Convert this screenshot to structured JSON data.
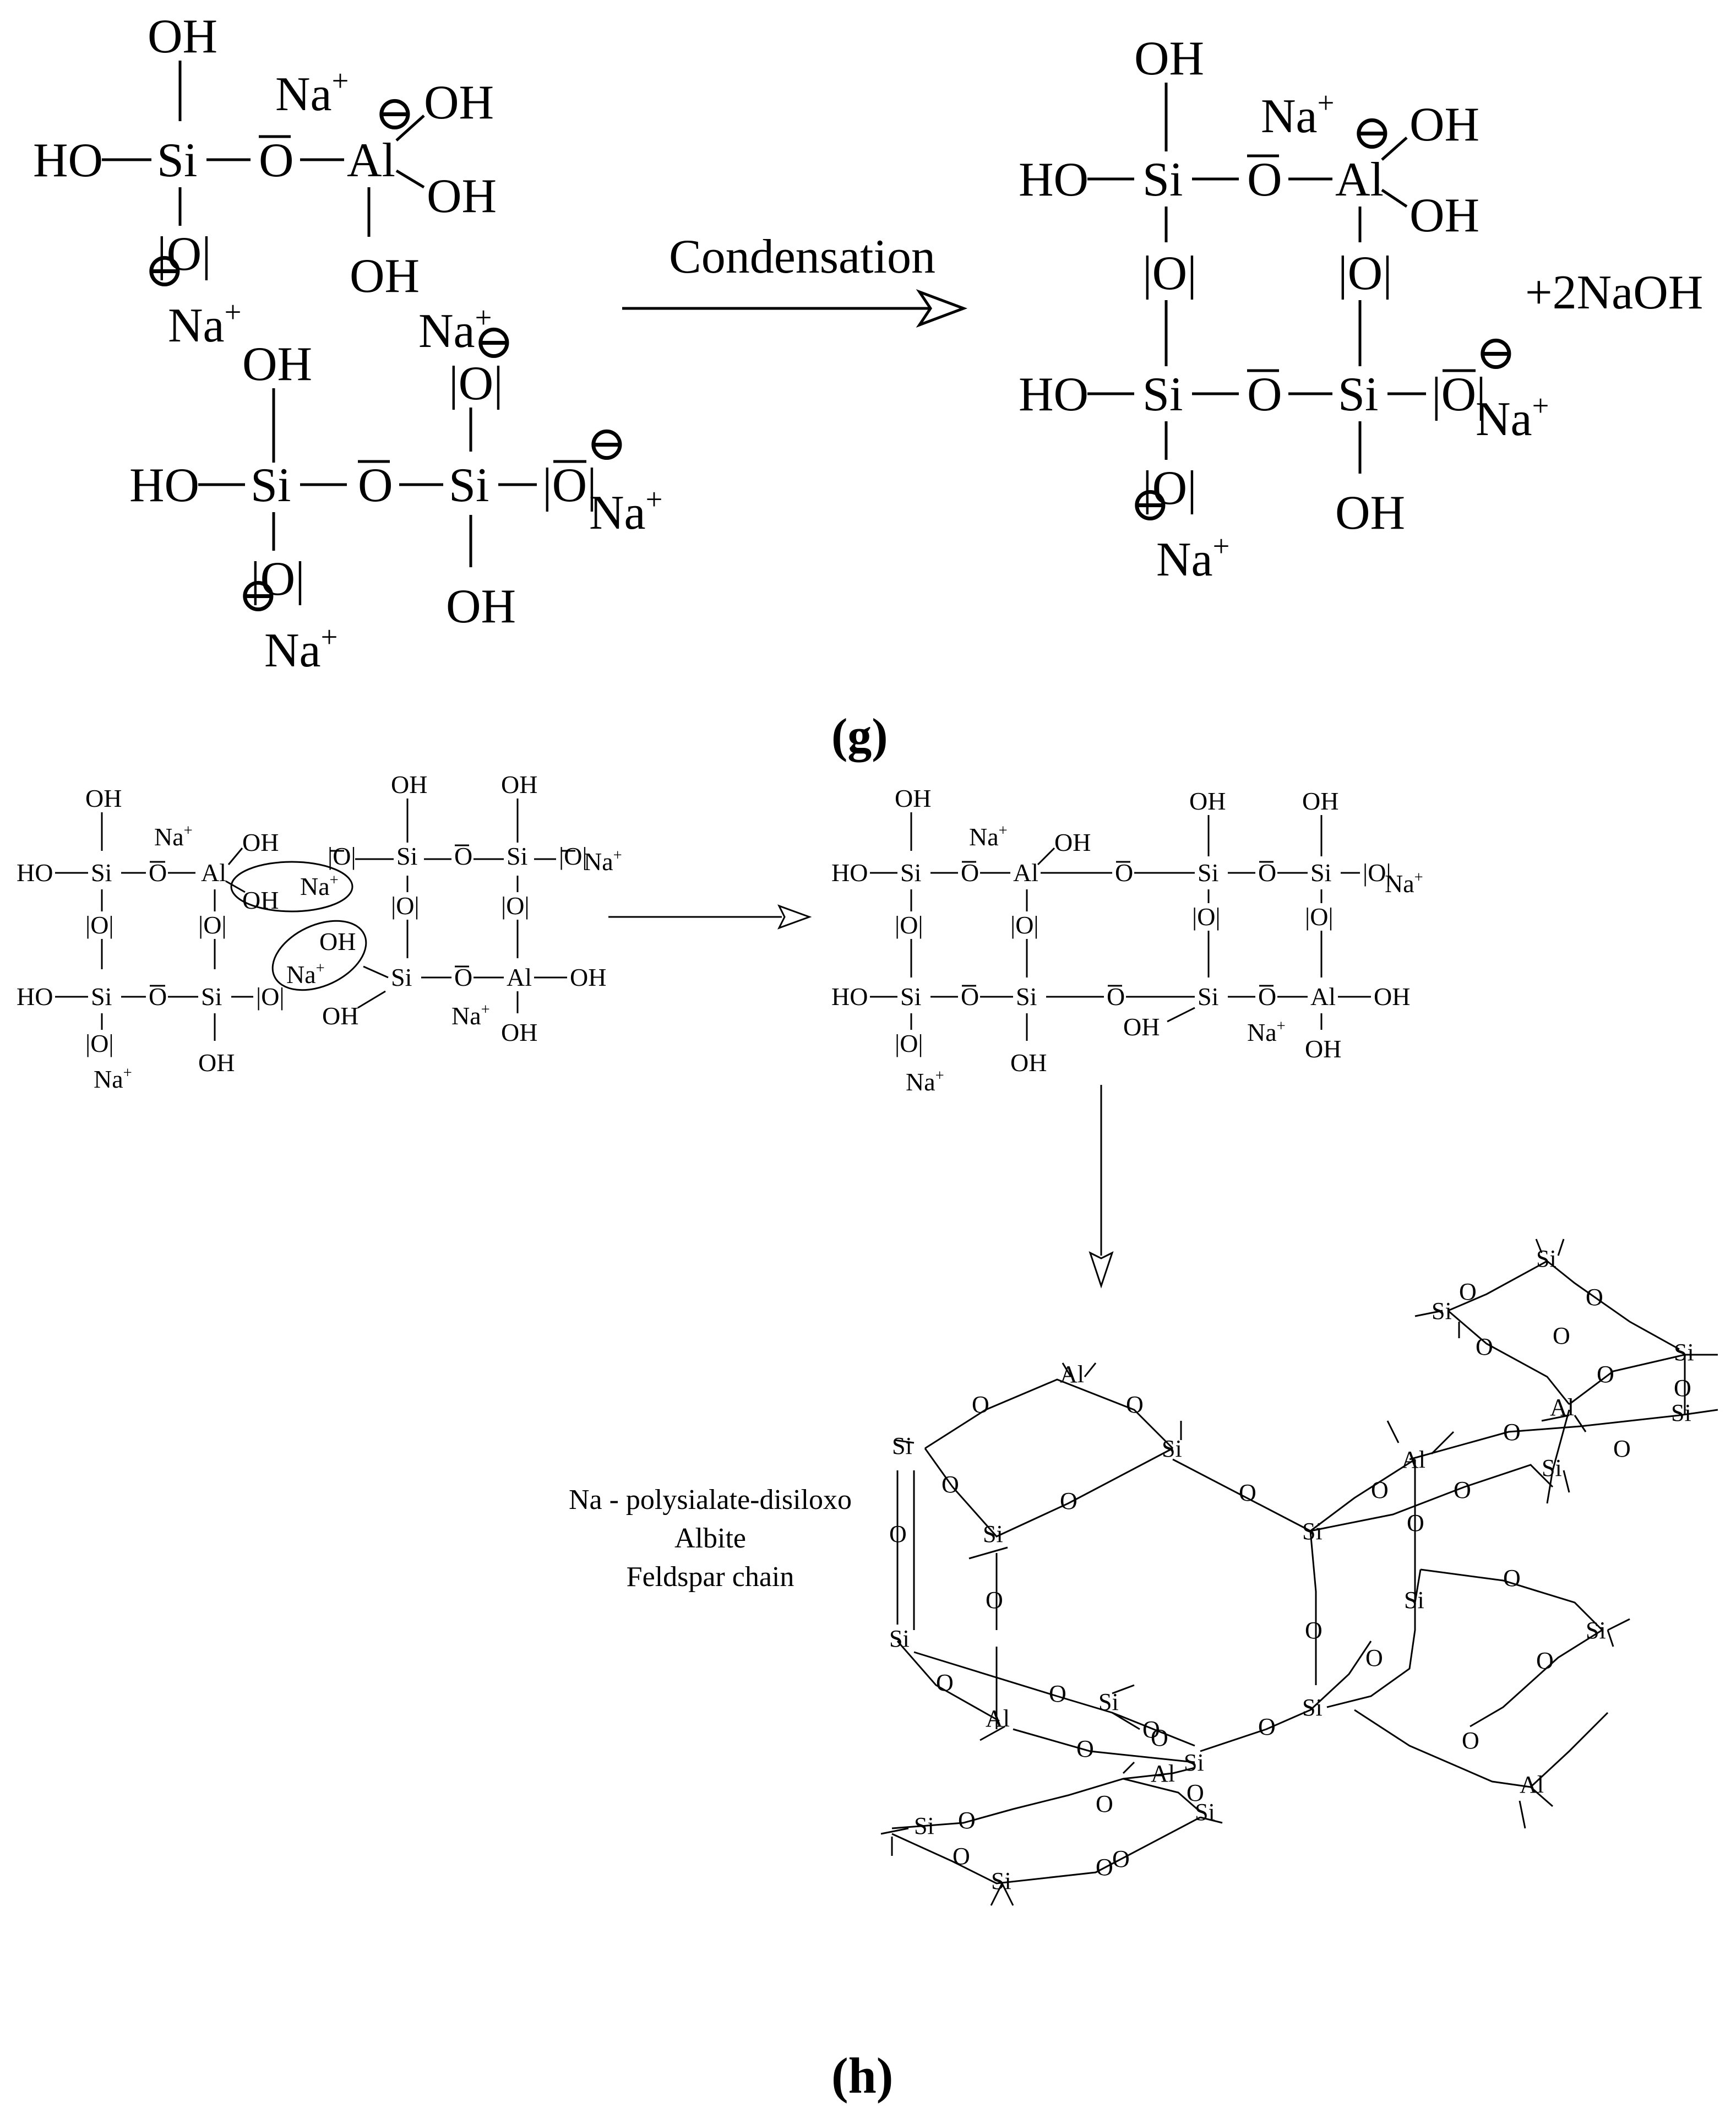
{
  "panels": {
    "g": {
      "label": "(g)",
      "arrow_label": "Condensation",
      "byproduct": "+2NaOH"
    },
    "h": {
      "label": "(h)",
      "product_name_lines": [
        "Na - polysialate-disiloxo",
        "Albite",
        "Feldspar chain"
      ]
    }
  },
  "atoms": {
    "OH": "OH",
    "HO": "HO",
    "Si": "Si",
    "Al": "Al",
    "O": "O",
    "ring_O": "|O|",
    "Na": "Na",
    "plus": "+",
    "minus": "⊖"
  }
}
